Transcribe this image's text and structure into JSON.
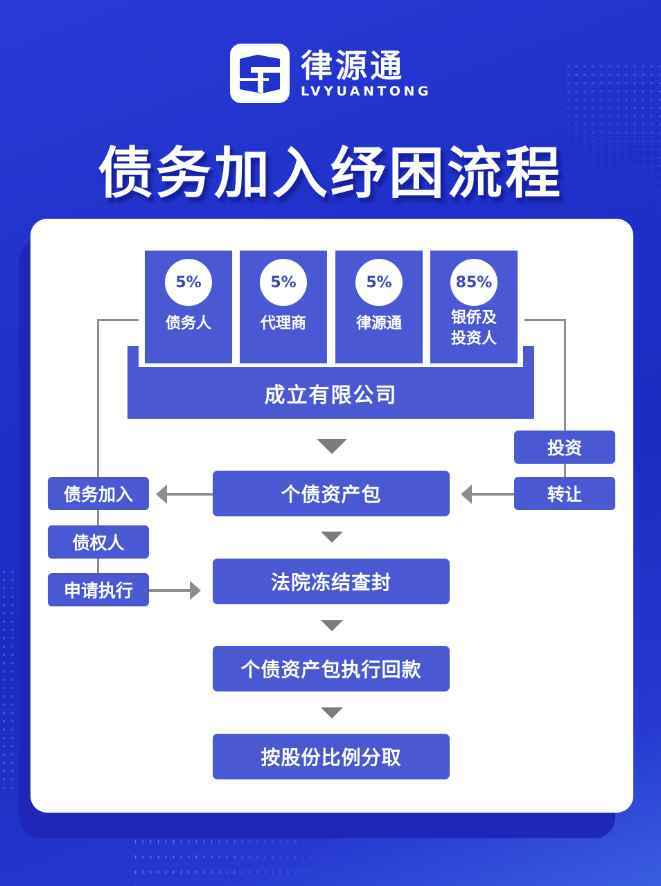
{
  "brand": {
    "name_cn": "律源通",
    "name_en": "LVYUANTONG",
    "logo_icon": "s-shield-logo-icon"
  },
  "title": "债务加入纾困流程",
  "colors": {
    "background": "#2232cc",
    "card": "#ffffff",
    "box": "#4a58d3",
    "percent_text": "#3d48b4",
    "connector": "#8d8d8d"
  },
  "shareholders": [
    {
      "percent": "5%",
      "label": "债务人"
    },
    {
      "percent": "5%",
      "label": "代理商"
    },
    {
      "percent": "5%",
      "label": "律源通"
    },
    {
      "percent": "85%",
      "label_line1": "银侨及",
      "label_line2": "投资人"
    }
  ],
  "company": "成立有限公司",
  "steps": [
    "个债资产包",
    "法院冻结查封",
    "个债资产包执行回款",
    "按股份比例分取"
  ],
  "left_branch": [
    "债务加入",
    "债权人",
    "申请执行"
  ],
  "right_branch": [
    "投资",
    "转让"
  ]
}
